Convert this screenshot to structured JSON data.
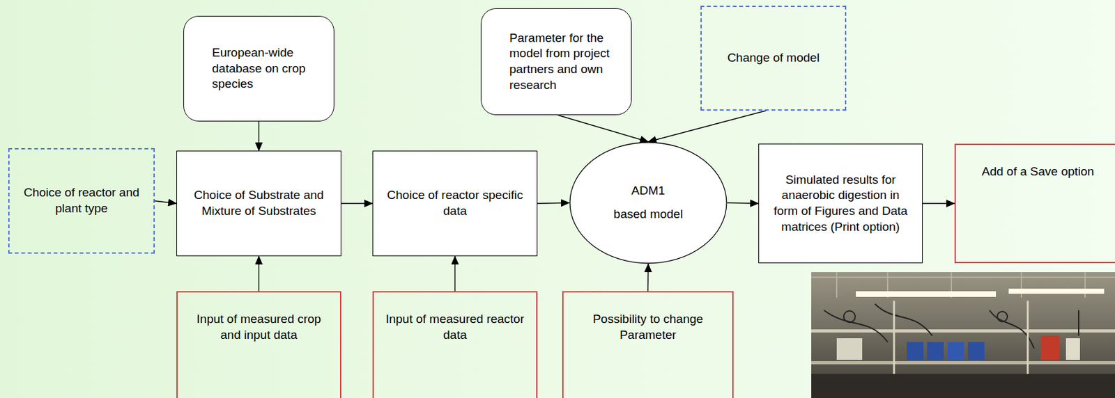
{
  "diagram": {
    "nodes": [
      {
        "text": [
          "Choice of reactor and plant type"
        ]
      },
      {
        "text": [
          "European-wide database on crop species"
        ]
      },
      {
        "text": [
          "Choice of Substrate and Mixture of Substrates"
        ]
      },
      {
        "text": [
          "Input of measured crop and input data"
        ]
      },
      {
        "text": [
          "Choice of reactor specific data"
        ]
      },
      {
        "text": [
          "Input of measured reactor data"
        ]
      },
      {
        "text": [
          "Parameter for the model from project partners and own research"
        ]
      },
      {
        "text": [
          "Change of model"
        ]
      },
      {
        "text": [
          "ADM1",
          "based model"
        ]
      },
      {
        "text": [
          "Possibility to change Parameter"
        ]
      },
      {
        "text": [
          "Simulated results for anaerobic digestion in form of Figures and Data matrices (Print option)"
        ]
      },
      {
        "text": [
          "Add of a Save option"
        ]
      }
    ],
    "edges": [
      {
        "from": 0,
        "to": 2,
        "arrow": "to"
      },
      {
        "from": 1,
        "to": 2,
        "arrow": "to"
      },
      {
        "from": 3,
        "to": 2,
        "arrow": "to"
      },
      {
        "from": 2,
        "to": 4,
        "arrow": "to"
      },
      {
        "from": 5,
        "to": 4,
        "arrow": "to"
      },
      {
        "from": 4,
        "to": 8,
        "arrow": "to"
      },
      {
        "from": 6,
        "to": 8,
        "arrow": "to"
      },
      {
        "from": 7,
        "to": 8,
        "arrow": "to"
      },
      {
        "from": 9,
        "to": 8,
        "arrow": "to"
      },
      {
        "from": 8,
        "to": 10,
        "arrow": "to"
      },
      {
        "from": 10,
        "to": 11,
        "arrow": "to"
      }
    ]
  }
}
